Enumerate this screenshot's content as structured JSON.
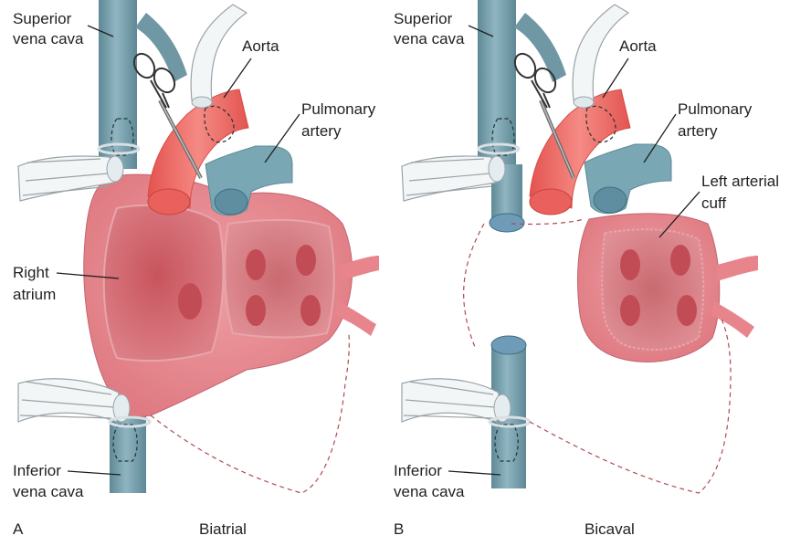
{
  "panel_a": {
    "letter": "A",
    "title": "Biatrial",
    "labels": {
      "svc": [
        "Superior",
        "vena cava"
      ],
      "aorta": [
        "Aorta"
      ],
      "pa": [
        "Pulmonary",
        "artery"
      ],
      "ra": [
        "Right",
        "atrium"
      ],
      "ivc": [
        "Inferior",
        "vena cava"
      ]
    }
  },
  "panel_b": {
    "letter": "B",
    "title": "Bicaval",
    "labels": {
      "svc": [
        "Superior",
        "vena cava"
      ],
      "aorta": [
        "Aorta"
      ],
      "pa": [
        "Pulmonary",
        "artery"
      ],
      "lac": [
        "Left arterial",
        "cuff"
      ],
      "ivc": [
        "Inferior",
        "vena cava"
      ]
    }
  },
  "colors": {
    "vena_cava": "#7fa6b3",
    "aorta": "#ee6f6b",
    "pulmonary_artery": "#7aa7b4",
    "heart": "#e98b91",
    "atrium_dark": "#c9545d",
    "suture_tube": "#eef3f5",
    "dashed_line": "#b04a52"
  }
}
